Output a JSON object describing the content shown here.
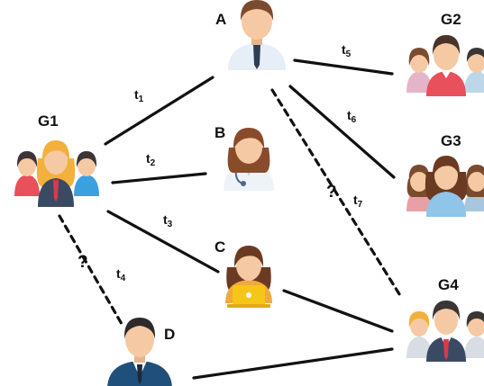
{
  "colors": {
    "edge": "#111111",
    "skin": "#f5c9a3",
    "hair_dark": "#3b3535",
    "hair_brown": "#7a4b2e",
    "hair_blonde": "#f2b13c",
    "suit": "#2f4f6f",
    "shirt_blue": "#8ec5e8",
    "shirt_red": "#e8505b",
    "shirt_pink": "#e4b5c8",
    "laptop": "#f5c518"
  },
  "nodes": {
    "A": {
      "label": "A",
      "icon": "businessman-icon"
    },
    "B": {
      "label": "B",
      "icon": "doctor-icon"
    },
    "C": {
      "label": "C",
      "icon": "woman-with-laptop-icon"
    },
    "D": {
      "label": "D",
      "icon": "man-in-suit-icon"
    },
    "G1": {
      "label": "G1",
      "icon": "group-of-three-women-icon"
    },
    "G2": {
      "label": "G2",
      "icon": "group-of-three-people-icon"
    },
    "G3": {
      "label": "G3",
      "icon": "group-of-three-women-icon"
    },
    "G4": {
      "label": "G4",
      "icon": "group-of-three-men-icon"
    }
  },
  "edges": [
    {
      "id": "t1",
      "label": "t",
      "sub": "1",
      "style": "solid"
    },
    {
      "id": "t2",
      "label": "t",
      "sub": "2",
      "style": "solid"
    },
    {
      "id": "t3",
      "label": "t",
      "sub": "3",
      "style": "solid"
    },
    {
      "id": "t4",
      "label": "t",
      "sub": "4",
      "style": "dashed",
      "uncertain": "?"
    },
    {
      "id": "t5",
      "label": "t",
      "sub": "5",
      "style": "solid"
    },
    {
      "id": "t6",
      "label": "t",
      "sub": "6",
      "style": "solid"
    },
    {
      "id": "t7",
      "label": "t",
      "sub": "7",
      "style": "dashed",
      "uncertain": "?"
    },
    {
      "id": "C-G4",
      "style": "solid"
    },
    {
      "id": "D-G4",
      "style": "solid"
    }
  ]
}
